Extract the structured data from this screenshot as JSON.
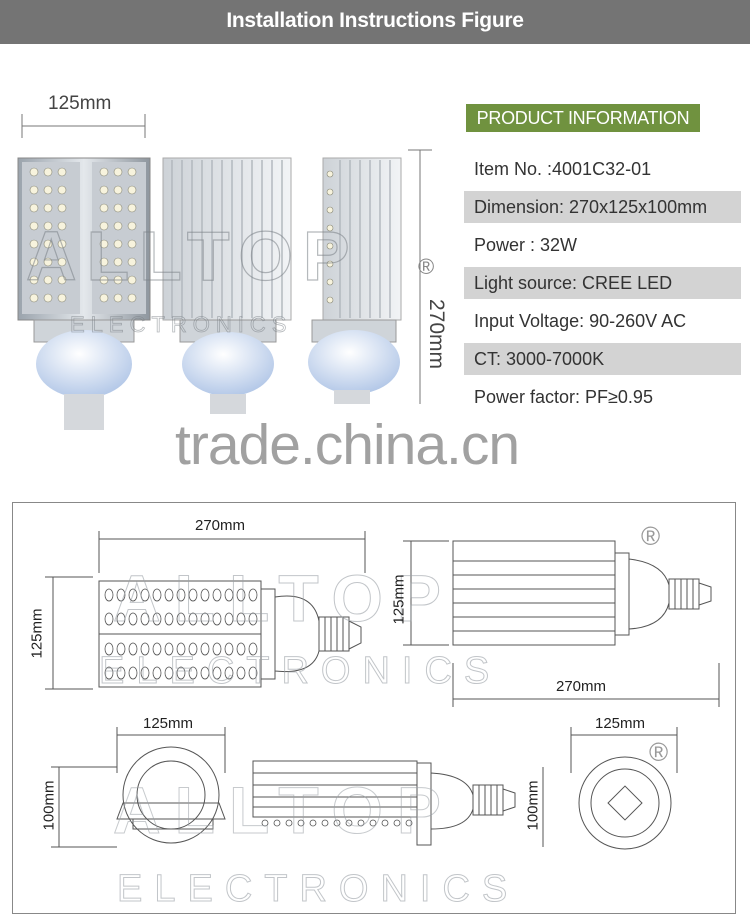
{
  "header": {
    "title": "Installation Instructions Figure"
  },
  "photo": {
    "width_label": "125mm",
    "height_label": "270mm",
    "registered_mark": "®",
    "brand_logo": "ALLTOP",
    "brand_sub": "ELECTRONICS"
  },
  "product_info": {
    "title": "PRODUCT INFORMATION",
    "specs": [
      {
        "text": "Item No. :4001C32-01",
        "shaded": false
      },
      {
        "text": "Dimension: 270x125x100mm",
        "shaded": true
      },
      {
        "text": "Power : 32W",
        "shaded": false
      },
      {
        "text": "Light source: CREE LED",
        "shaded": true
      },
      {
        "text": "Input Voltage: 90-260V AC",
        "shaded": false
      },
      {
        "text": "CT: 3000-7000K",
        "shaded": true
      },
      {
        "text": "Power factor: PF≥0.95",
        "shaded": false
      }
    ]
  },
  "watermark": {
    "text": "trade.china.cn"
  },
  "drawing": {
    "front_length": "270mm",
    "front_height": "125mm",
    "side_height": "125mm",
    "side_length": "270mm",
    "top_left_width": "125mm",
    "top_left_height": "100mm",
    "middle_height": "100mm",
    "right_width": "125mm",
    "logo_text": "ALLTOP",
    "logo_sub": "ELECTRONICS",
    "registered_mark": "®"
  }
}
